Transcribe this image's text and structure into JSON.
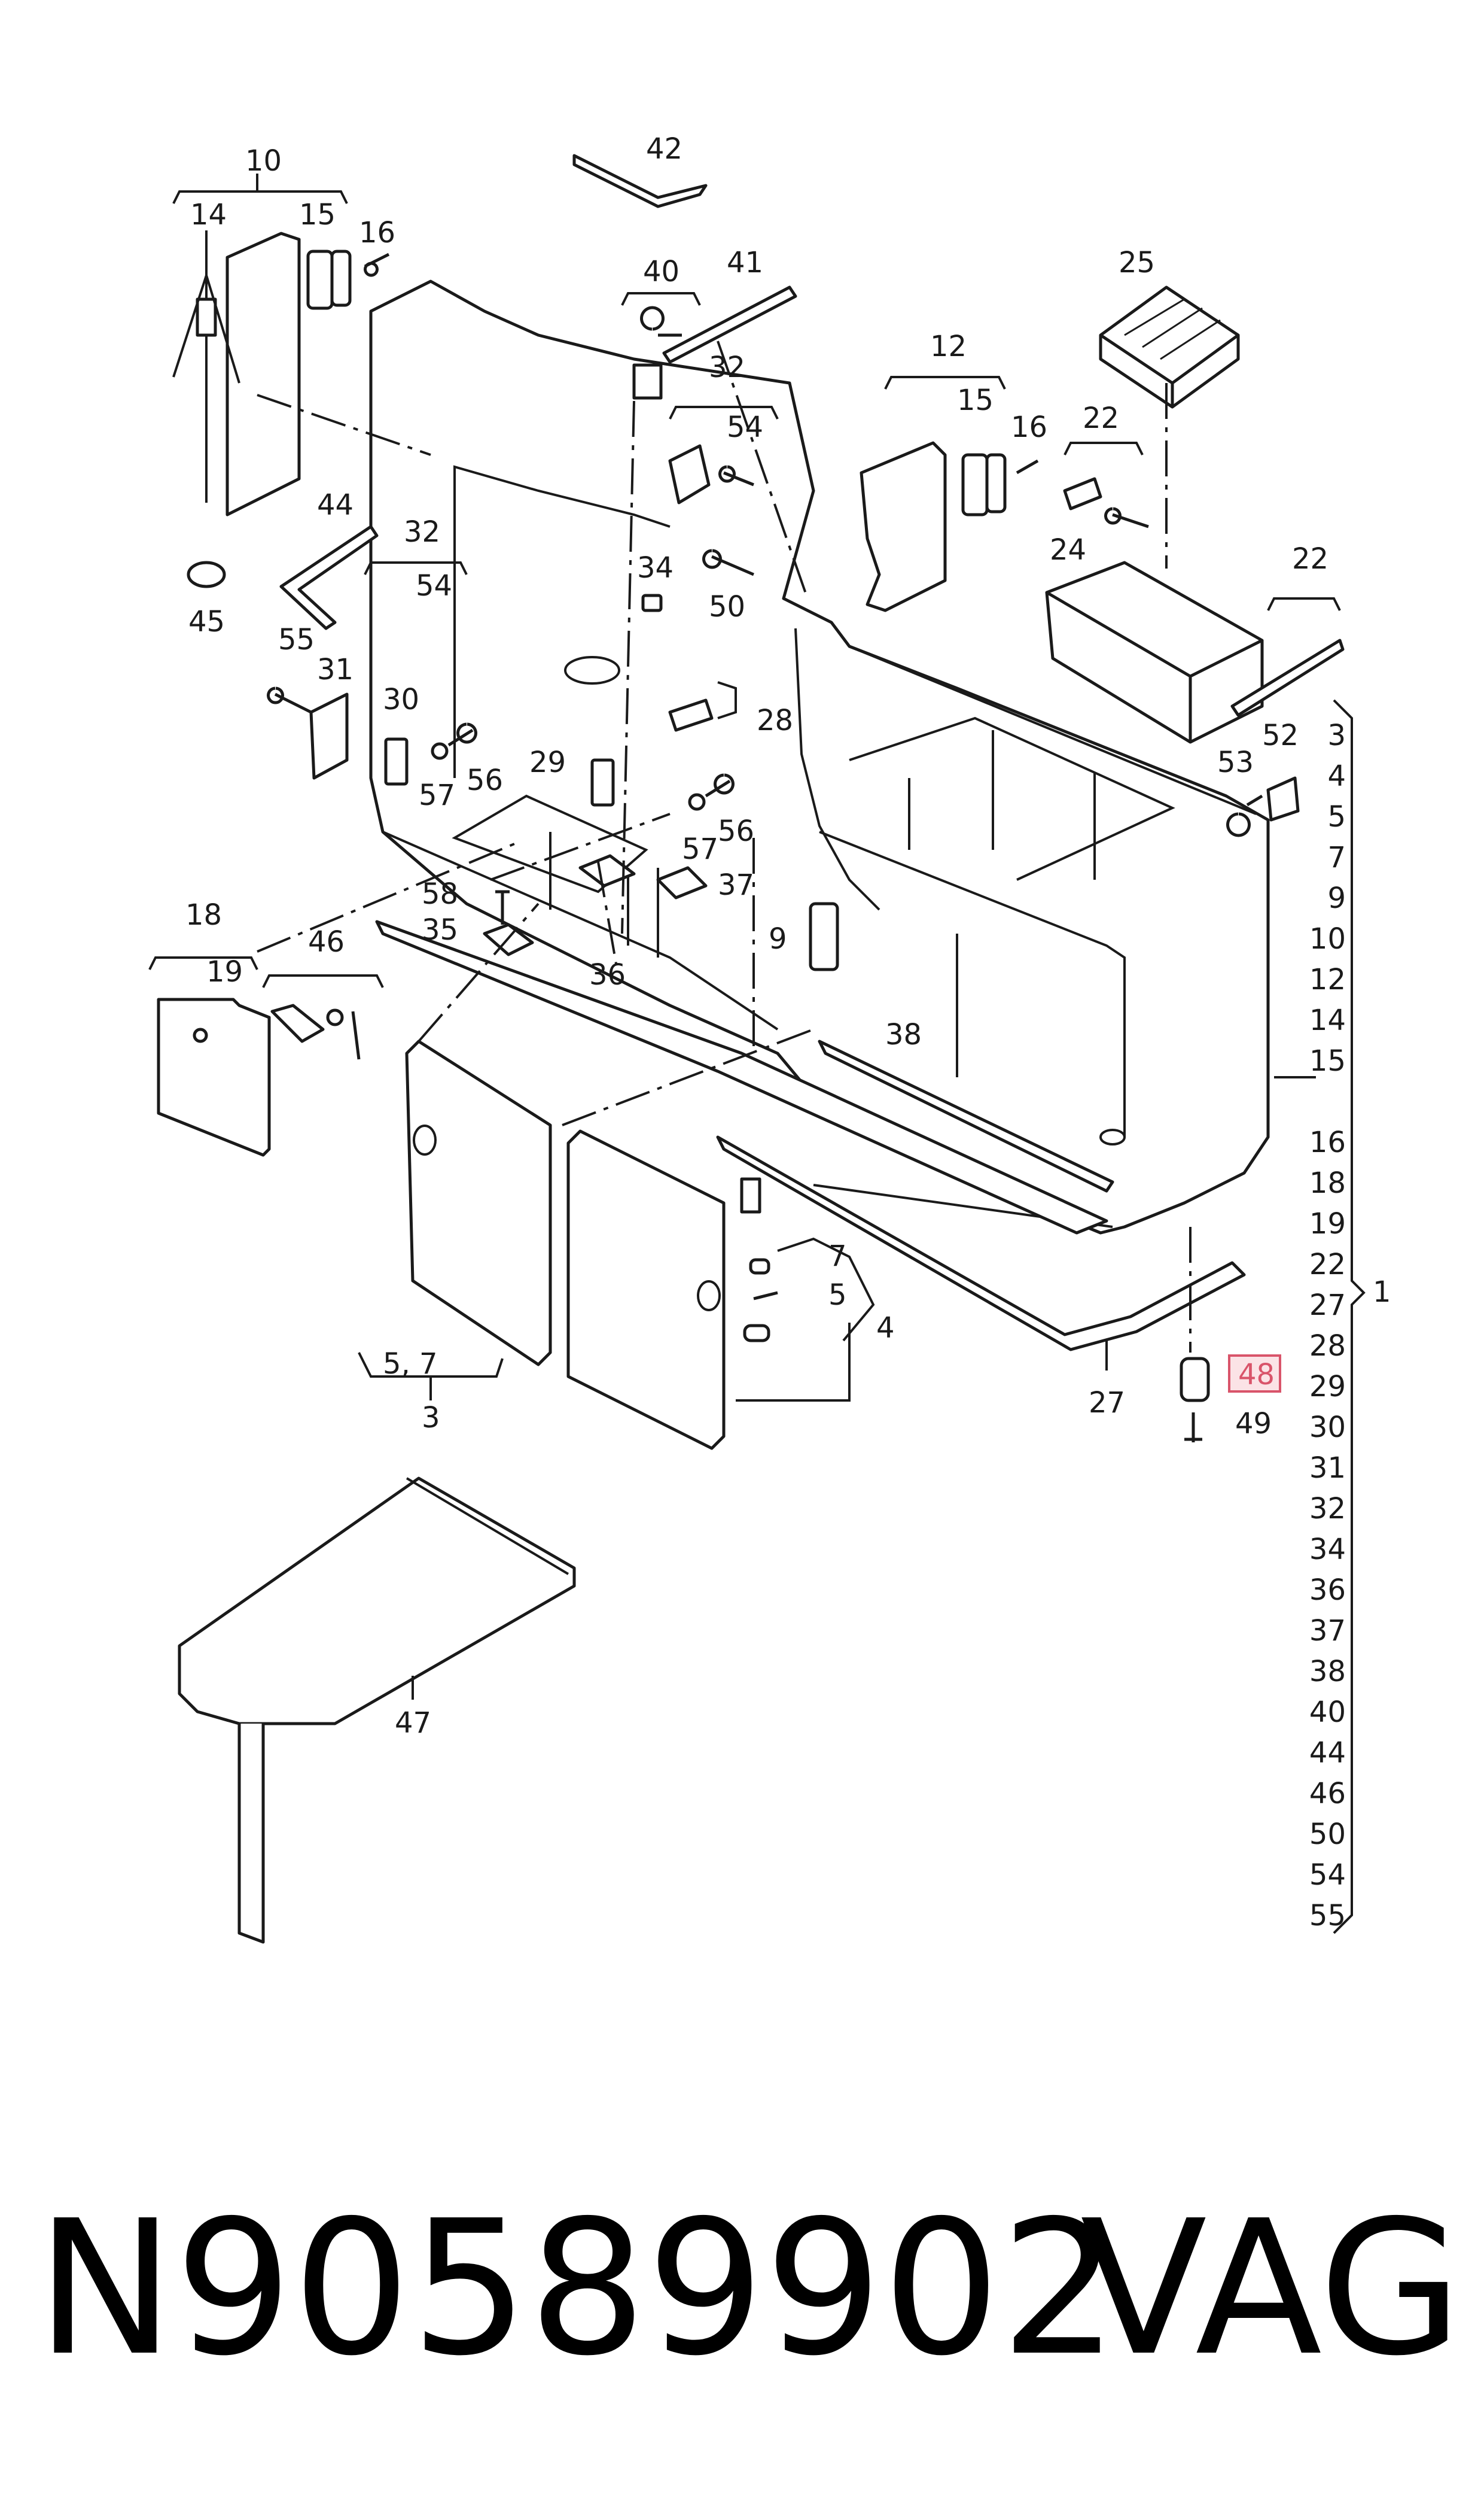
{
  "diagram": {
    "callouts": [
      {
        "id": "10",
        "label": "10"
      },
      {
        "id": "14",
        "label": "14"
      },
      {
        "id": "15a",
        "label": "15"
      },
      {
        "id": "16a",
        "label": "16"
      },
      {
        "id": "42",
        "label": "42"
      },
      {
        "id": "40",
        "label": "40"
      },
      {
        "id": "41",
        "label": "41"
      },
      {
        "id": "32a",
        "label": "32"
      },
      {
        "id": "54a",
        "label": "54"
      },
      {
        "id": "12",
        "label": "12"
      },
      {
        "id": "15b",
        "label": "15"
      },
      {
        "id": "16b",
        "label": "16"
      },
      {
        "id": "25",
        "label": "25"
      },
      {
        "id": "22a",
        "label": "22"
      },
      {
        "id": "44",
        "label": "44"
      },
      {
        "id": "32b",
        "label": "32"
      },
      {
        "id": "54b",
        "label": "54"
      },
      {
        "id": "34",
        "label": "34"
      },
      {
        "id": "50",
        "label": "50"
      },
      {
        "id": "24",
        "label": "24"
      },
      {
        "id": "22b",
        "label": "22"
      },
      {
        "id": "45",
        "label": "45"
      },
      {
        "id": "55",
        "label": "55"
      },
      {
        "id": "31",
        "label": "31"
      },
      {
        "id": "30",
        "label": "30"
      },
      {
        "id": "28",
        "label": "28"
      },
      {
        "id": "29",
        "label": "29"
      },
      {
        "id": "57a",
        "label": "57"
      },
      {
        "id": "56a",
        "label": "56"
      },
      {
        "id": "53",
        "label": "53"
      },
      {
        "id": "52",
        "label": "52"
      },
      {
        "id": "57b",
        "label": "57"
      },
      {
        "id": "56b",
        "label": "56"
      },
      {
        "id": "58",
        "label": "58"
      },
      {
        "id": "37",
        "label": "37"
      },
      {
        "id": "35",
        "label": "35"
      },
      {
        "id": "9",
        "label": "9"
      },
      {
        "id": "18",
        "label": "18"
      },
      {
        "id": "46",
        "label": "46"
      },
      {
        "id": "19",
        "label": "19"
      },
      {
        "id": "36",
        "label": "36"
      },
      {
        "id": "38",
        "label": "38"
      },
      {
        "id": "7",
        "label": "7"
      },
      {
        "id": "5",
        "label": "5"
      },
      {
        "id": "4",
        "label": "4"
      },
      {
        "id": "48",
        "label": "48",
        "highlighted": true
      },
      {
        "id": "27",
        "label": "27"
      },
      {
        "id": "49",
        "label": "49"
      },
      {
        "id": "57c",
        "label": "5, 7"
      },
      {
        "id": "3",
        "label": "3"
      },
      {
        "id": "47",
        "label": "47"
      }
    ],
    "assembly_group": {
      "label": "1",
      "members": [
        "3",
        "4",
        "5",
        "7",
        "9",
        "10",
        "12",
        "14",
        "15",
        "16",
        "18",
        "19",
        "22",
        "27",
        "28",
        "29",
        "30",
        "31",
        "32",
        "34",
        "36",
        "37",
        "38",
        "40",
        "44",
        "46",
        "50",
        "54",
        "55"
      ]
    },
    "highlight_color": "#d9546a"
  },
  "caption": {
    "part_number": "N90589902",
    "brand": "VAG"
  }
}
